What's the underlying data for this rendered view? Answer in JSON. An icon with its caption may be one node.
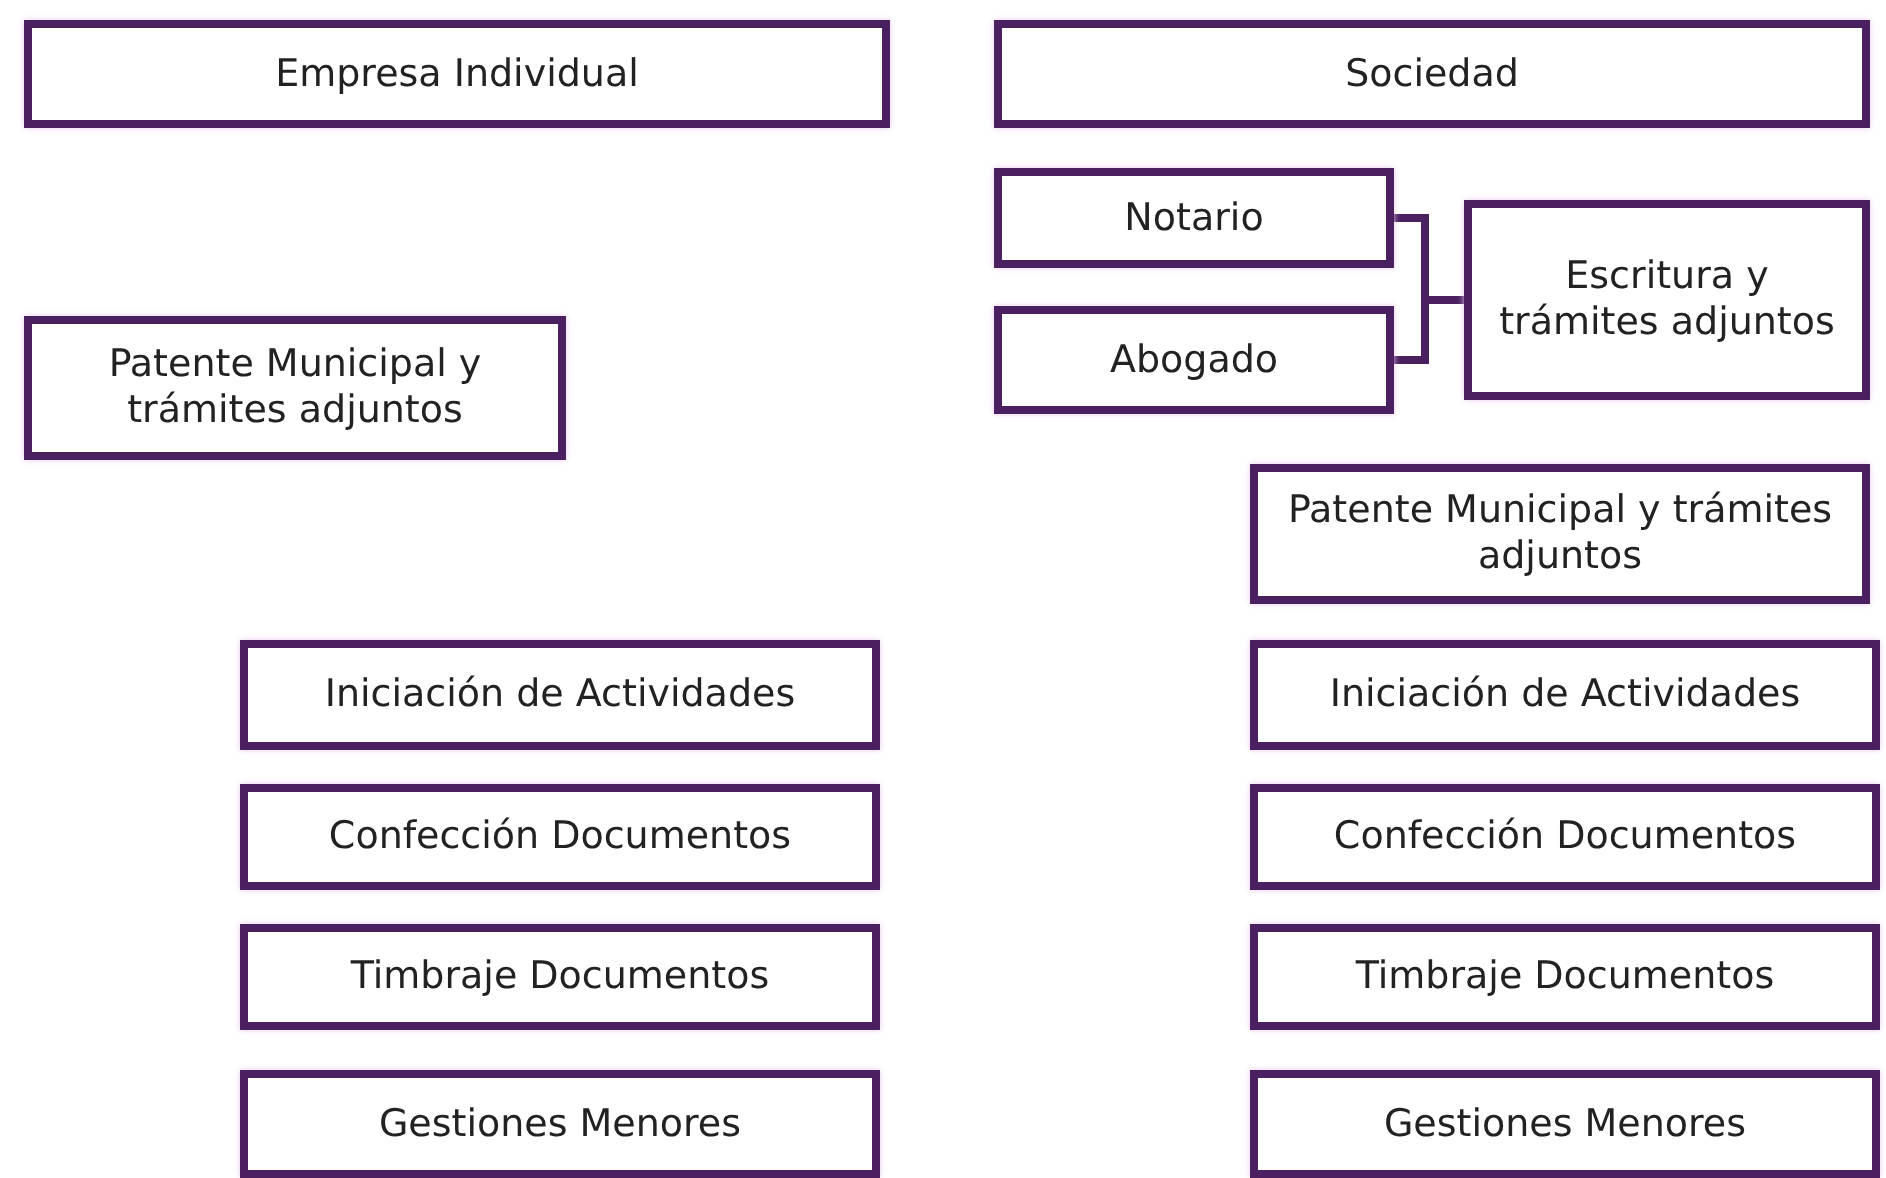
{
  "diagram": {
    "nodes": [
      {
        "text": [
          "Empresa Individual"
        ]
      },
      {
        "text": [
          "Sociedad"
        ]
      },
      {
        "text": [
          "Notario"
        ]
      },
      {
        "text": [
          "Abogado"
        ]
      },
      {
        "text": [
          "Escritura y trámites adjuntos"
        ]
      },
      {
        "text": [
          "Patente Municipal y trámites adjuntos"
        ]
      },
      {
        "text": [
          "Patente Municipal y trámites adjuntos"
        ]
      },
      {
        "text": [
          "Iniciación de Actividades"
        ]
      },
      {
        "text": [
          "Confección Documentos"
        ]
      },
      {
        "text": [
          "Timbraje Documentos"
        ]
      },
      {
        "text": [
          "Gestiones Menores"
        ]
      },
      {
        "text": [
          "Iniciación de Actividades"
        ]
      },
      {
        "text": [
          "Confección Documentos"
        ]
      },
      {
        "text": [
          "Timbraje Documentos"
        ]
      },
      {
        "text": [
          "Gestiones Menores"
        ]
      }
    ],
    "edges": [
      {
        "from": 2,
        "to": 4,
        "arrow": "none"
      },
      {
        "from": 3,
        "to": 4,
        "arrow": "none"
      }
    ]
  }
}
